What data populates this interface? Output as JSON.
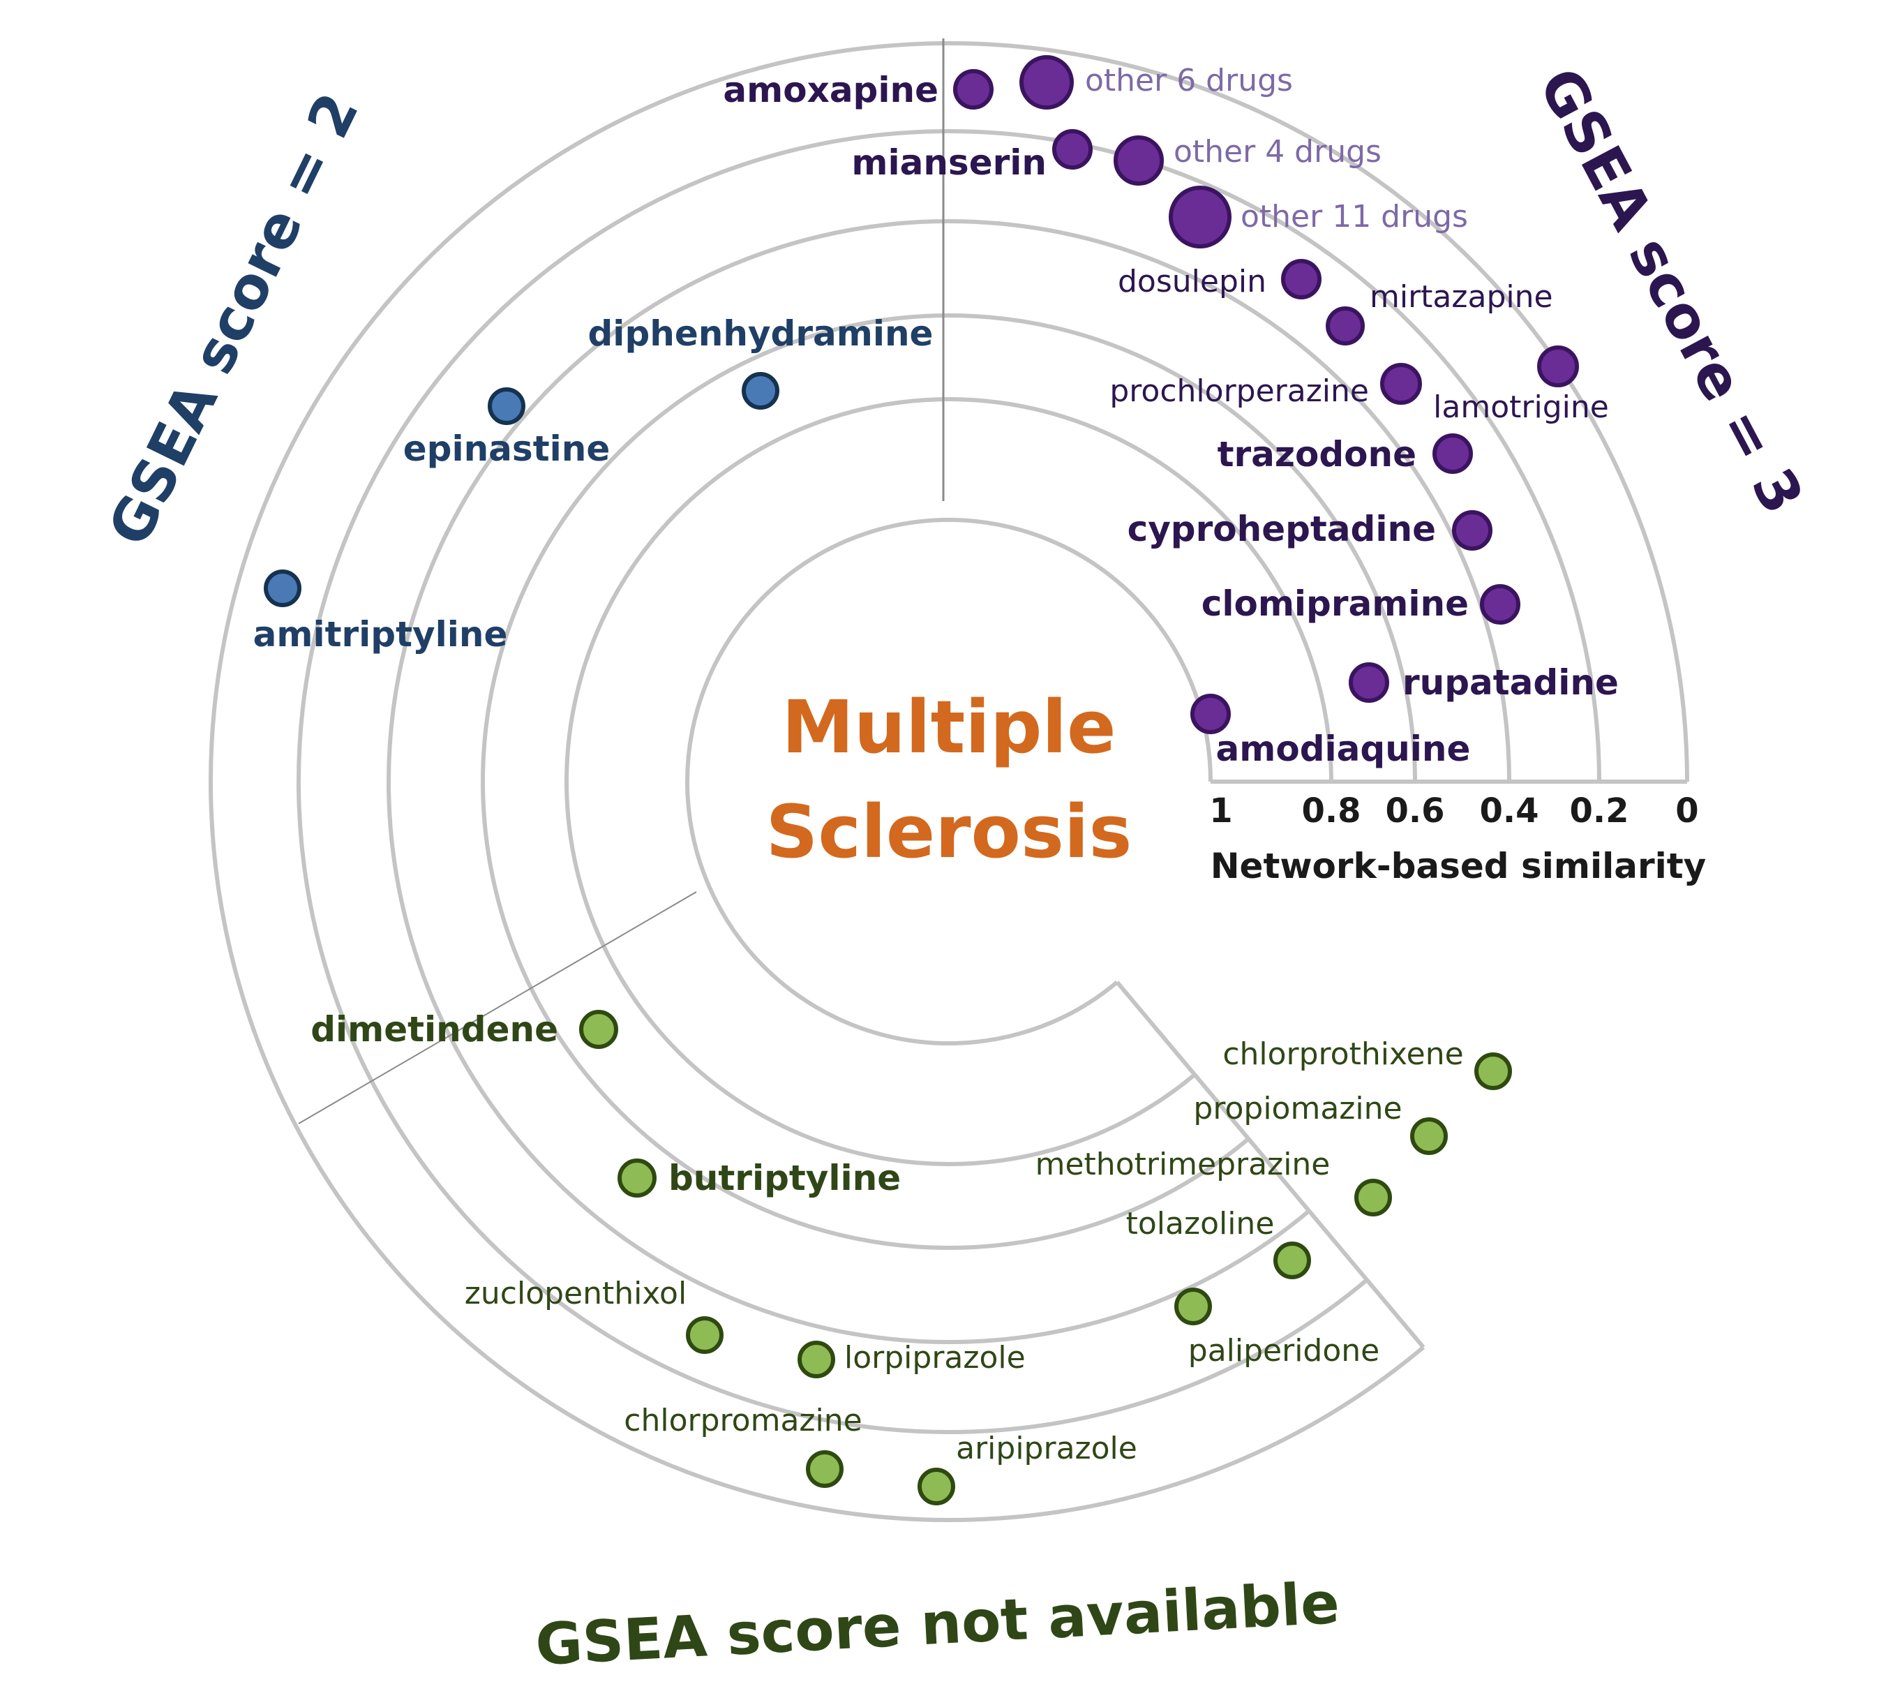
{
  "center_title": [
    "Multiple",
    "Sclerosis"
  ],
  "colors": {
    "title": "#d2691e",
    "gsea2": "#1f3f66",
    "gsea2_fill": "#4a7ab6",
    "gsea3": "#2c1650",
    "gsea3_fill": "#6a2d96",
    "gsea3_light": "#7d6aa6",
    "na": "#2f4716",
    "na_fill": "#8fbb55",
    "rings": "#c4c4c4",
    "axis": "#1a1a1a"
  },
  "groups": [
    {
      "key": "gsea2",
      "label": "GSEA score = 2"
    },
    {
      "key": "gsea3",
      "label": "GSEA score = 3"
    },
    {
      "key": "na",
      "label": "GSEA score not available"
    }
  ],
  "axis": {
    "label": "Network-based similarity",
    "ticks": [
      "1",
      "0.8",
      "0.6",
      "0.4",
      "0.2",
      "0"
    ]
  },
  "drugs": [
    {
      "name": "diphenhydramine",
      "group": "gsea2",
      "bold": true
    },
    {
      "name": "epinastine",
      "group": "gsea2",
      "bold": true
    },
    {
      "name": "amitriptyline",
      "group": "gsea2",
      "bold": true
    },
    {
      "name": "amoxapine",
      "group": "gsea3",
      "bold": true
    },
    {
      "name": "other 6 drugs",
      "group": "gsea3",
      "bold": false,
      "light": true
    },
    {
      "name": "mianserin",
      "group": "gsea3",
      "bold": true
    },
    {
      "name": "other 4 drugs",
      "group": "gsea3",
      "bold": false,
      "light": true
    },
    {
      "name": "other 11 drugs",
      "group": "gsea3",
      "bold": false,
      "light": true
    },
    {
      "name": "dosulepin",
      "group": "gsea3",
      "bold": false
    },
    {
      "name": "mirtazapine",
      "group": "gsea3",
      "bold": false
    },
    {
      "name": "prochlorperazine",
      "group": "gsea3",
      "bold": false
    },
    {
      "name": "lamotrigine",
      "group": "gsea3",
      "bold": false
    },
    {
      "name": "trazodone",
      "group": "gsea3",
      "bold": true
    },
    {
      "name": "cyproheptadine",
      "group": "gsea3",
      "bold": true
    },
    {
      "name": "clomipramine",
      "group": "gsea3",
      "bold": true
    },
    {
      "name": "rupatadine",
      "group": "gsea3",
      "bold": true
    },
    {
      "name": "amodiaquine",
      "group": "gsea3",
      "bold": true
    },
    {
      "name": "dimetindene",
      "group": "na",
      "bold": true
    },
    {
      "name": "butriptyline",
      "group": "na",
      "bold": true
    },
    {
      "name": "chlorprothixene",
      "group": "na",
      "bold": false
    },
    {
      "name": "propiomazine",
      "group": "na",
      "bold": false
    },
    {
      "name": "methotrimeprazine",
      "group": "na",
      "bold": false
    },
    {
      "name": "tolazoline",
      "group": "na",
      "bold": false
    },
    {
      "name": "paliperidone",
      "group": "na",
      "bold": false
    },
    {
      "name": "zuclopenthixol",
      "group": "na",
      "bold": false
    },
    {
      "name": "lorpiprazole",
      "group": "na",
      "bold": false
    },
    {
      "name": "chlorpromazine",
      "group": "na",
      "bold": false
    },
    {
      "name": "aripiprazole",
      "group": "na",
      "bold": false
    }
  ]
}
